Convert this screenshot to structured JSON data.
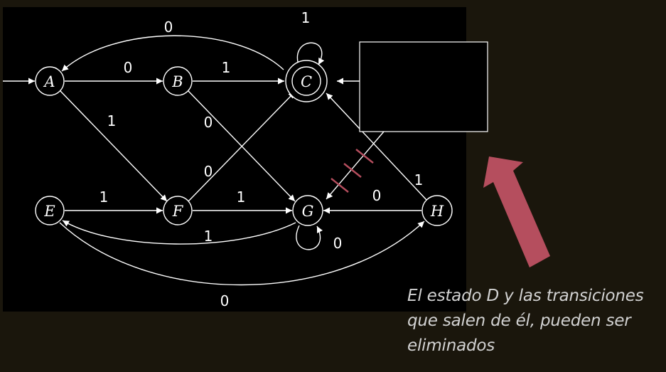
{
  "diagram": {
    "states": [
      {
        "id": "A",
        "label": "A",
        "accepting": false,
        "initial": true
      },
      {
        "id": "B",
        "label": "B",
        "accepting": false
      },
      {
        "id": "C",
        "label": "C",
        "accepting": true
      },
      {
        "id": "E",
        "label": "E",
        "accepting": false
      },
      {
        "id": "F",
        "label": "F",
        "accepting": false
      },
      {
        "id": "G",
        "label": "G",
        "accepting": false
      },
      {
        "id": "H",
        "label": "H",
        "accepting": false
      }
    ],
    "transitions": [
      {
        "from": "A",
        "to": "B",
        "label": "0"
      },
      {
        "from": "A",
        "to": "F",
        "label": "1"
      },
      {
        "from": "B",
        "to": "C",
        "label": "1"
      },
      {
        "from": "B",
        "to": "G",
        "label": "0"
      },
      {
        "from": "C",
        "to": "A",
        "label": "0"
      },
      {
        "from": "C",
        "to": "C",
        "label": "1"
      },
      {
        "from": "E",
        "to": "F",
        "label": "1"
      },
      {
        "from": "E",
        "to": "H",
        "label": "0"
      },
      {
        "from": "F",
        "to": "C",
        "label": "0"
      },
      {
        "from": "F",
        "to": "G",
        "label": "1"
      },
      {
        "from": "G",
        "to": "E",
        "label": "1"
      },
      {
        "from": "G",
        "to": "G",
        "label": "0"
      },
      {
        "from": "H",
        "to": "G",
        "label": "0"
      },
      {
        "from": "H",
        "to": "C",
        "label": "1"
      }
    ],
    "covered_state_note": "D removed (box covers it)",
    "colors": {
      "background": "#000000",
      "page": "#1a160c",
      "stroke": "#ffffff",
      "arrow": "#b54e5e",
      "strike": "#b54e5e"
    }
  },
  "caption": {
    "line1": "El estado D y las transiciones",
    "line2": "que salen de él, pueden ser",
    "line3": "eliminados"
  }
}
